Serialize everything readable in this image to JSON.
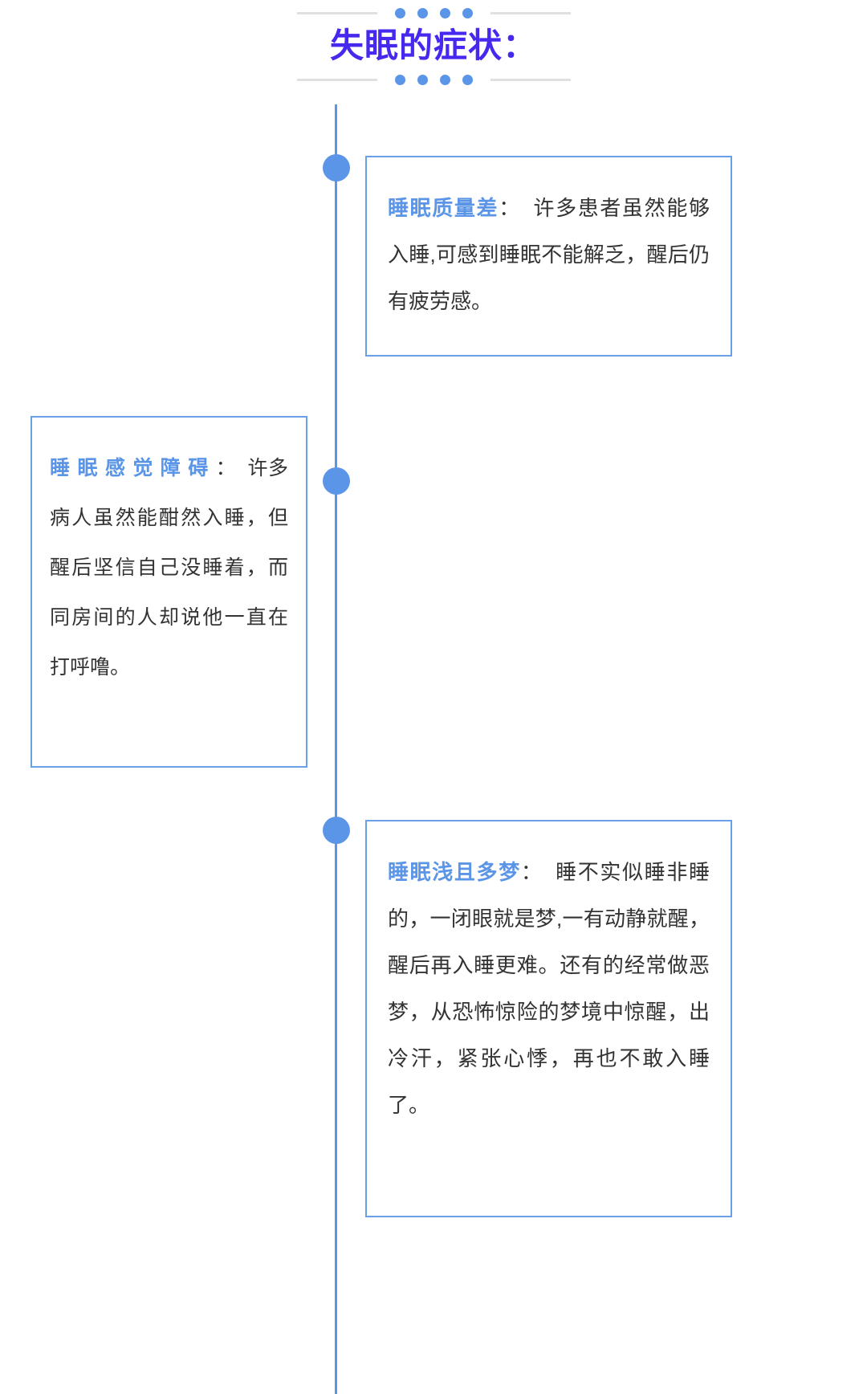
{
  "header": {
    "title": "失眠的症状：",
    "title_color": "#4629ef",
    "dot_color": "#5b95e8",
    "line_color": "#e0e0e0",
    "dots_top": [
      "dot",
      "dot",
      "dot",
      "dot"
    ],
    "dots_bottom": [
      "dot",
      "dot",
      "dot",
      "dot"
    ]
  },
  "theme": {
    "accent": "#5b95e8",
    "card_border": "#6aa0e8",
    "body_text": "#333333"
  },
  "timeline": {
    "nodes": [
      {
        "label": "timeline-node-1"
      },
      {
        "label": "timeline-node-2"
      },
      {
        "label": "timeline-node-3"
      }
    ]
  },
  "cards": [
    {
      "id": "card-1",
      "side": "right",
      "title": "睡眠质量差",
      "colon": "：",
      "body": "许多患者虽然能够入睡,可感到睡眠不能解乏，醒后仍有疲劳感。"
    },
    {
      "id": "card-2",
      "side": "left",
      "title": "睡眠感觉障碍",
      "colon": "：",
      "body": "许多病人虽然能酣然入睡，但醒后坚信自己没睡着，而同房间的人却说他一直在打呼噜。"
    },
    {
      "id": "card-3",
      "side": "right",
      "title": "睡眠浅且多梦",
      "colon": "：",
      "body": "睡不实似睡非睡的，一闭眼就是梦,一有动静就醒，醒后再入睡更难。还有的经常做恶梦，从恐怖惊险的梦境中惊醒，出冷汗，紧张心悸，再也不敢入睡了。"
    }
  ]
}
